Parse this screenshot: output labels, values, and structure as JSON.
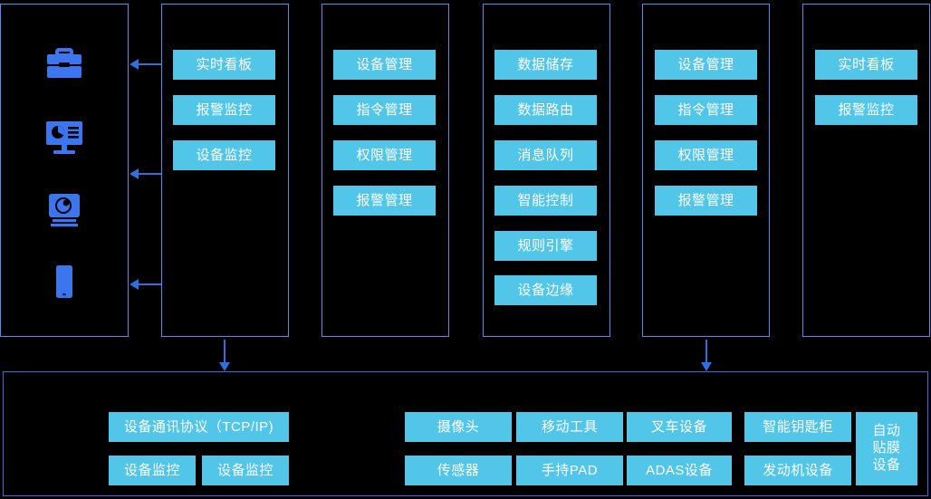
{
  "theme": {
    "background": "#000000",
    "frame_border": "#4a8ef0",
    "panel_border": "#2f6fe0",
    "tile_fill": "#52c6e8",
    "tile_text": "#ffffff",
    "arrow": "#2f6fe0",
    "icon": "#3b76ef"
  },
  "columns": [
    {
      "id": "devices-column",
      "name": "device-icons-column",
      "icons": [
        {
          "name": "briefcase-icon",
          "label": "briefcase"
        },
        {
          "name": "monitor-dashboard-icon",
          "label": "monitor-dashboard"
        },
        {
          "name": "camera-icon",
          "label": "camera"
        },
        {
          "name": "mobile-phone-icon",
          "label": "mobile-phone"
        }
      ],
      "tiles": []
    },
    {
      "id": "monitoring-column",
      "name": "monitoring-column",
      "tiles": [
        "实时看板",
        "报警监控",
        "设备监控"
      ]
    },
    {
      "id": "management-column",
      "name": "management-column",
      "tiles": [
        "设备管理",
        "指令管理",
        "权限管理",
        "报警管理"
      ]
    },
    {
      "id": "platform-column",
      "name": "platform-column",
      "tiles": [
        "数据储存",
        "数据路由",
        "消息队列",
        "智能控制",
        "规则引擎",
        "设备边缘"
      ]
    },
    {
      "id": "management-column-2",
      "name": "management-column-2",
      "tiles": [
        "设备管理",
        "指令管理",
        "权限管理",
        "报警管理"
      ]
    },
    {
      "id": "monitoring-column-2",
      "name": "monitoring-column-2",
      "tiles": [
        "实时看板",
        "报警监控"
      ]
    }
  ],
  "bottom": {
    "protocol_group": {
      "name": "protocol-group",
      "wide_tile": "设备通讯协议（TCP/IP)",
      "row_tiles": [
        "设备监控",
        "设备监控"
      ]
    },
    "hardware_group": {
      "name": "hardware-group",
      "row_top": [
        "摄像头",
        "移动工具",
        "叉车设备",
        "智能钥匙柜"
      ],
      "row_bottom": [
        "传感器",
        "手持PAD",
        "ADAS设备",
        "发动机设备"
      ],
      "tall_tile": "自动\n贴膜\n设备"
    }
  },
  "connectors": {
    "horizontal_arrows": 3,
    "vertical_arrows": 2
  }
}
